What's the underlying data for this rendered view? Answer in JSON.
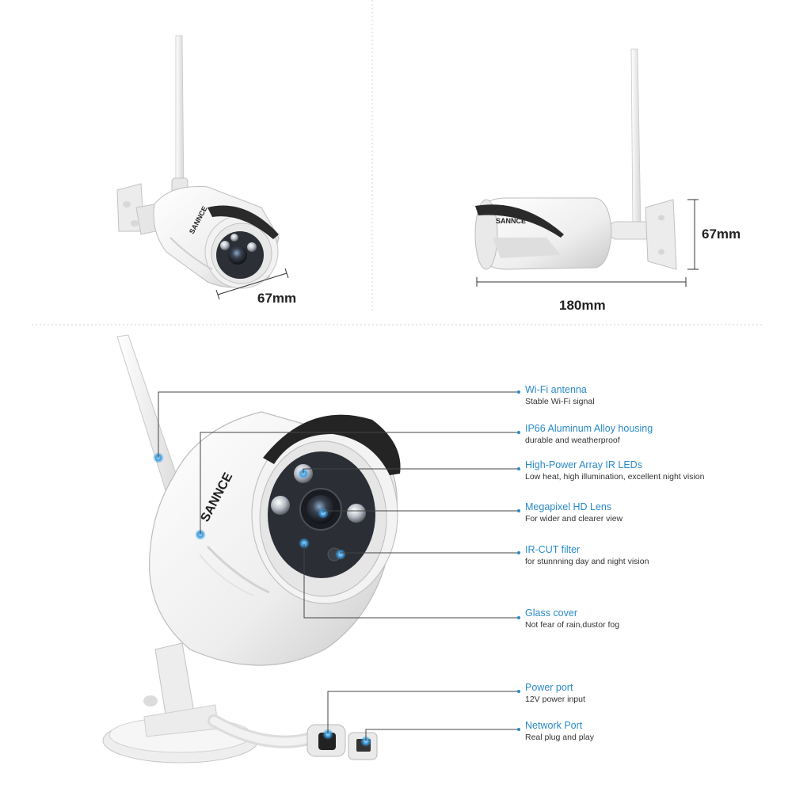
{
  "brand": "SANNCE",
  "dimensions": {
    "front_diameter": "67mm",
    "side_height": "67mm",
    "side_length": "180mm"
  },
  "features": [
    {
      "title": "Wi-Fi antenna",
      "desc": "Stable Wi-Fi signal"
    },
    {
      "title": "IP66 Aluminum Alloy housing",
      "desc": "durable and weatherproof"
    },
    {
      "title": "High-Power Array IR LEDs",
      "desc": "Low heat, high illumination, excellent night vision"
    },
    {
      "title": "Megapixel HD Lens",
      "desc": "For wider and clearer view"
    },
    {
      "title": "IR-CUT filter",
      "desc": "for stunnning day and night vision"
    },
    {
      "title": "Glass cover",
      "desc": "Not fear of rain,dustor fog"
    },
    {
      "title": "Power port",
      "desc": "12V power input"
    },
    {
      "title": "Network Port",
      "desc": "Real plug and play"
    }
  ],
  "colors": {
    "accent": "#2a8ac8",
    "callout_line": "#444444",
    "divider": "#cccccc",
    "body_white": "#f4f4f4",
    "shade": "#2a2a2a"
  }
}
